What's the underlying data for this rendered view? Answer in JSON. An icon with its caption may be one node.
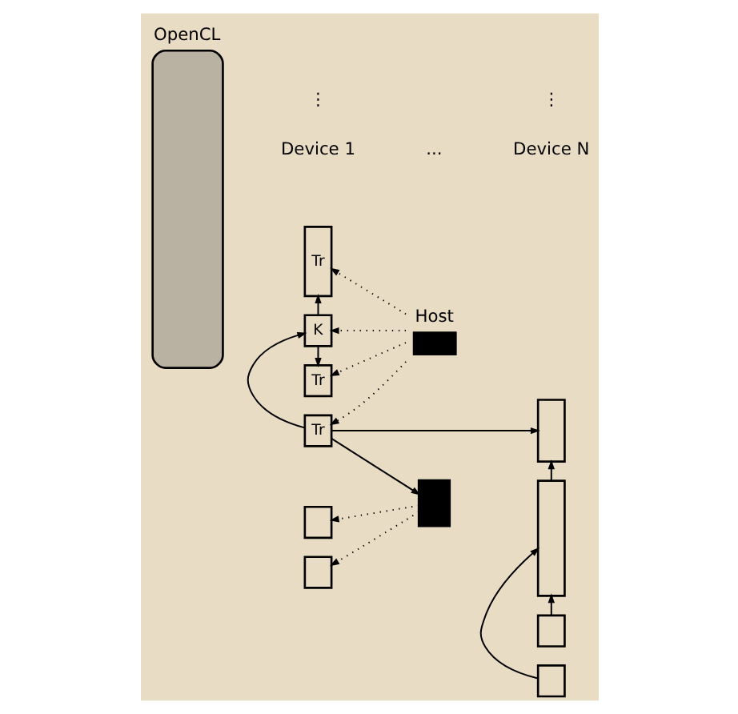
{
  "diagram": {
    "nodes": [
      {
        "text": [
          "OpenCL"
        ]
      },
      {
        "text": [
          "Host"
        ]
      },
      {
        "text": [],
        "shape": "box"
      },
      {
        "text": [
          "Tr"
        ]
      },
      {
        "text": [
          "Tr"
        ]
      },
      {
        "text": [
          "K"
        ]
      },
      {
        "text": [
          "Tr"
        ]
      },
      {
        "text": [],
        "shape": "box"
      },
      {
        "text": [],
        "shape": "box"
      },
      {
        "text": [],
        "shape": "box"
      },
      {
        "text": [],
        "shape": "box"
      },
      {
        "text": [],
        "shape": "box"
      },
      {
        "text": [],
        "shape": "box"
      }
    ],
    "edges": [
      {
        "from": 1,
        "to": 3,
        "arrow": "to",
        "style": "dashed"
      },
      {
        "from": 1,
        "to": 4,
        "arrow": "to",
        "style": "dashed"
      },
      {
        "from": 1,
        "to": 5,
        "arrow": "to",
        "style": "dashed"
      },
      {
        "from": 1,
        "to": 6,
        "arrow": "to",
        "style": "dashed"
      },
      {
        "from": 6,
        "to": 2,
        "arrow": "to"
      },
      {
        "from": 2,
        "to": 7,
        "arrow": "to",
        "style": "dashed"
      },
      {
        "from": 2,
        "to": 8,
        "arrow": "to",
        "style": "dashed"
      },
      {
        "from": 6,
        "to": 5,
        "arrow": "to"
      },
      {
        "from": 5,
        "to": 3,
        "arrow": "to"
      },
      {
        "from": 5,
        "to": 4,
        "arrow": "to"
      },
      {
        "from": 6,
        "to": 9,
        "arrow": "to"
      },
      {
        "from": 10,
        "to": 9,
        "arrow": "to"
      },
      {
        "from": 11,
        "to": 10,
        "arrow": "to"
      },
      {
        "from": 12,
        "to": 10,
        "arrow": "to"
      }
    ],
    "labels": [
      "Device 1",
      "Device N",
      "...",
      "⋮",
      "⋮"
    ]
  }
}
